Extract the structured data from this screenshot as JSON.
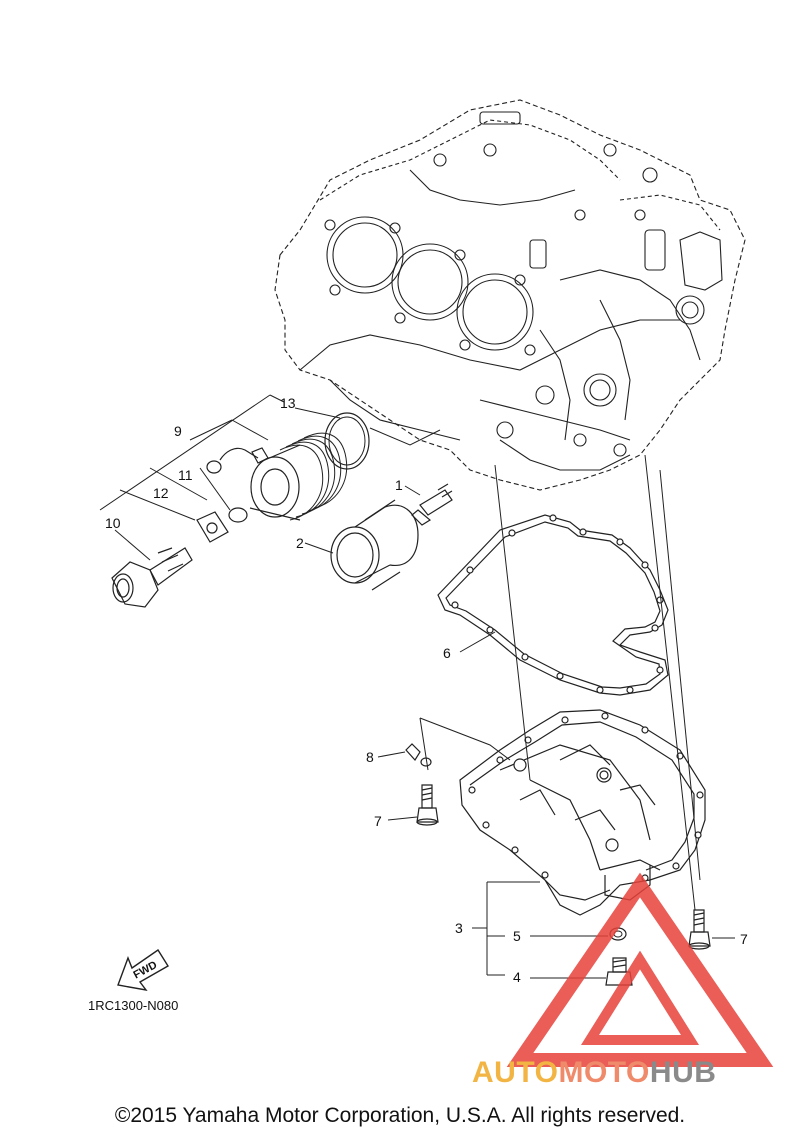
{
  "callouts": [
    {
      "id": "1",
      "label": "1"
    },
    {
      "id": "2",
      "label": "2"
    },
    {
      "id": "3",
      "label": "3"
    },
    {
      "id": "4",
      "label": "4"
    },
    {
      "id": "5",
      "label": "5"
    },
    {
      "id": "6",
      "label": "6"
    },
    {
      "id": "7a",
      "label": "7"
    },
    {
      "id": "7b",
      "label": "7"
    },
    {
      "id": "8",
      "label": "8"
    },
    {
      "id": "9",
      "label": "9"
    },
    {
      "id": "10",
      "label": "10"
    },
    {
      "id": "11",
      "label": "11"
    },
    {
      "id": "12",
      "label": "12"
    },
    {
      "id": "13",
      "label": "13"
    }
  ],
  "fwd_label": "FWD",
  "diagram_code": "1RC1300-N080",
  "copyright": "©2015 Yamaha Motor Corporation, U.S.A. All rights reserved.",
  "watermark": {
    "part1": "AUTO",
    "part2": "MOTO",
    "part3": "HUB",
    "colors": {
      "auto": "#f2b544",
      "moto": "#ef8a6a",
      "hub": "#8a8a8a",
      "triangle": "#e8413a"
    }
  }
}
